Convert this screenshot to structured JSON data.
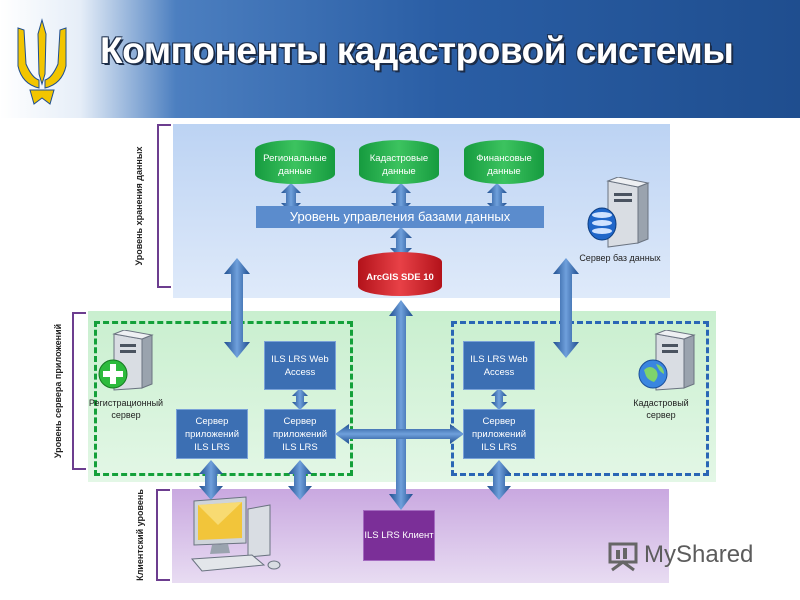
{
  "header": {
    "title": "Компоненты кадастровой системы"
  },
  "levels": {
    "storage": "Уровень хранения данных",
    "app_server": "Уровень сервера приложений",
    "client": "Клиентский уровень"
  },
  "storage": {
    "db_regional": "Региональные данные",
    "db_cadastral": "Кадастровые данные",
    "db_financial": "Финансовые данные",
    "db_management": "Уровень управления базами данных",
    "sde": "ArcGIS SDE 10",
    "db_server_label": "Сервер баз данных"
  },
  "app": {
    "registration_server_label": "Регистрационный сервер",
    "cadastral_server_label": "Кадастровый сервер",
    "left_web_access": "ILS LRS Web Access",
    "left_app_server_a": "Сервер приложений ILS LRS",
    "left_app_server_b": "Сервер приложений ILS LRS",
    "right_web_access": "ILS LRS Web Access",
    "right_app_server": "Сервер приложений ILS LRS"
  },
  "client": {
    "client_box": "ILS LRS Клиент"
  },
  "watermark": "MyShared",
  "colors": {
    "header_blue": "#2a5ea5",
    "db_green": "#1ea84b",
    "sde_red": "#d42a31",
    "box_blue": "#3c6fb3",
    "client_purple": "#7b2f98",
    "dash_green": "#14a03a",
    "dash_blue": "#2a66b5"
  },
  "icons": [
    "trident-icon",
    "database-server-icon",
    "registration-server-icon",
    "cadastral-server-icon",
    "workstation-icon"
  ]
}
